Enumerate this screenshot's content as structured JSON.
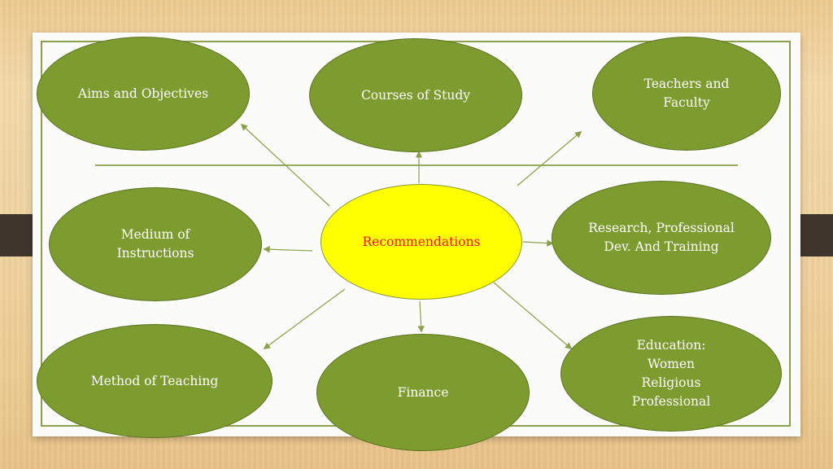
{
  "colors": {
    "node_fill": "#7d9b2f",
    "center_fill": "#ffff00",
    "center_text": "#e8201c",
    "node_text": "#ffffff",
    "line": "#8aa04a"
  },
  "diagram": {
    "center": {
      "label": "Recommendations"
    },
    "nodes": [
      {
        "id": "aims",
        "label": "Aims and Objectives"
      },
      {
        "id": "courses",
        "label": "Courses of Study"
      },
      {
        "id": "teachers",
        "label": "Teachers and\nFaculty"
      },
      {
        "id": "medium",
        "label": "Medium of\nInstructions"
      },
      {
        "id": "research",
        "label": "Research, Professional\nDev. And Training"
      },
      {
        "id": "method",
        "label": "Method of Teaching"
      },
      {
        "id": "finance",
        "label": "Finance"
      },
      {
        "id": "education",
        "label": "Education:\nWomen\nReligious\nProfessional"
      }
    ]
  }
}
